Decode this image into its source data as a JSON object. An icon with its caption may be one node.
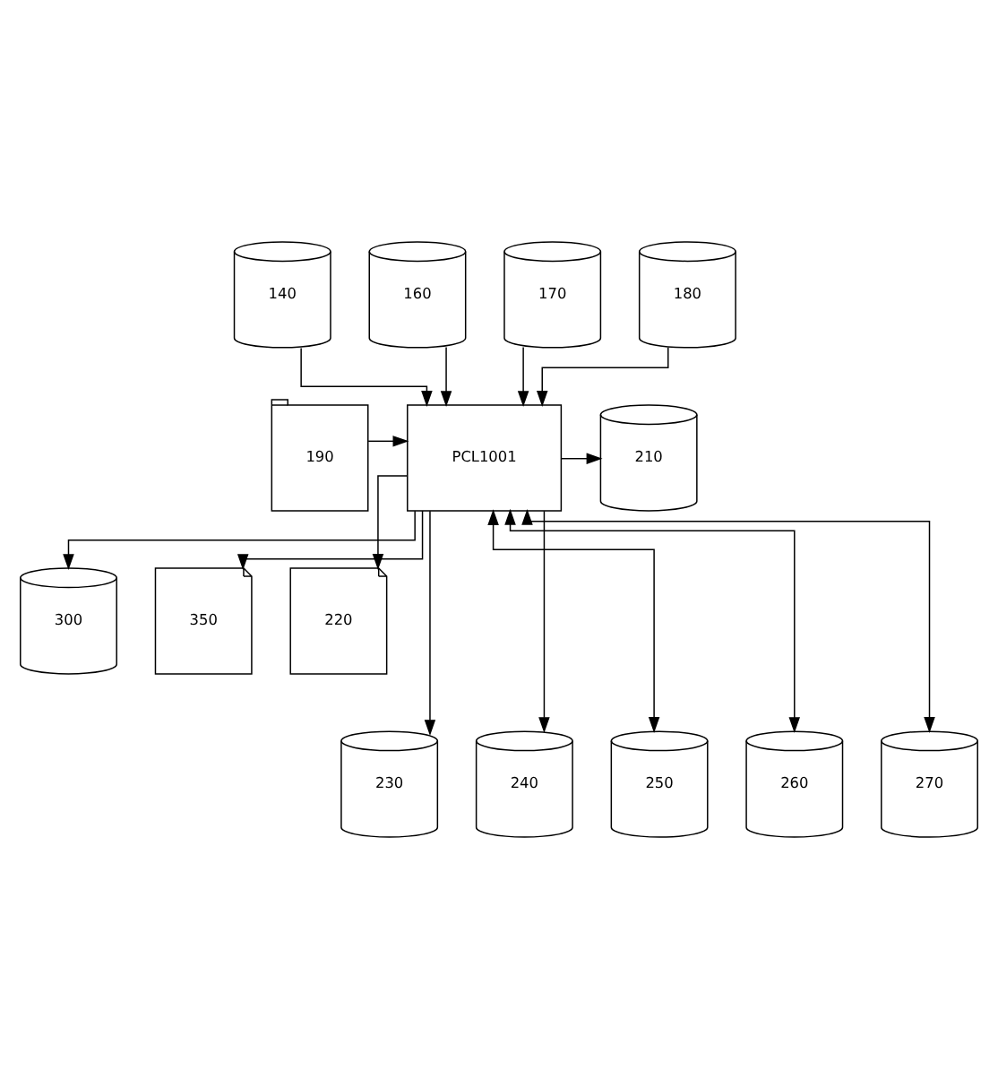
{
  "diagram": {
    "nodes": [
      {
        "text": [
          "140"
        ]
      },
      {
        "text": [
          "160"
        ]
      },
      {
        "text": [
          "170"
        ]
      },
      {
        "text": [
          "180"
        ]
      },
      {
        "text": [
          "190"
        ]
      },
      {
        "text": [
          "PCL1001"
        ]
      },
      {
        "text": [
          "210"
        ]
      },
      {
        "text": [
          "300"
        ]
      },
      {
        "text": [
          "350"
        ]
      },
      {
        "text": [
          "220"
        ]
      },
      {
        "text": [
          "230"
        ]
      },
      {
        "text": [
          "240"
        ]
      },
      {
        "text": [
          "250"
        ]
      },
      {
        "text": [
          "260"
        ]
      },
      {
        "text": [
          "270"
        ]
      }
    ],
    "edges": [
      {
        "from": 0,
        "to": 5,
        "arrow": "to"
      },
      {
        "from": 1,
        "to": 5,
        "arrow": "to"
      },
      {
        "from": 2,
        "to": 5,
        "arrow": "to"
      },
      {
        "from": 3,
        "to": 5,
        "arrow": "to"
      },
      {
        "from": 4,
        "to": 5,
        "arrow": "to"
      },
      {
        "from": 5,
        "to": 6,
        "arrow": "to"
      },
      {
        "from": 5,
        "to": 9,
        "arrow": "to"
      },
      {
        "from": 5,
        "to": 7,
        "arrow": "to"
      },
      {
        "from": 5,
        "to": 8,
        "arrow": "to"
      },
      {
        "from": 5,
        "to": 10,
        "arrow": "to"
      },
      {
        "from": 5,
        "to": 11,
        "arrow": "to"
      },
      {
        "from": 5,
        "to": 12,
        "arrow": "both"
      },
      {
        "from": 5,
        "to": 13,
        "arrow": "both"
      },
      {
        "from": 5,
        "to": 14,
        "arrow": "both"
      }
    ]
  }
}
